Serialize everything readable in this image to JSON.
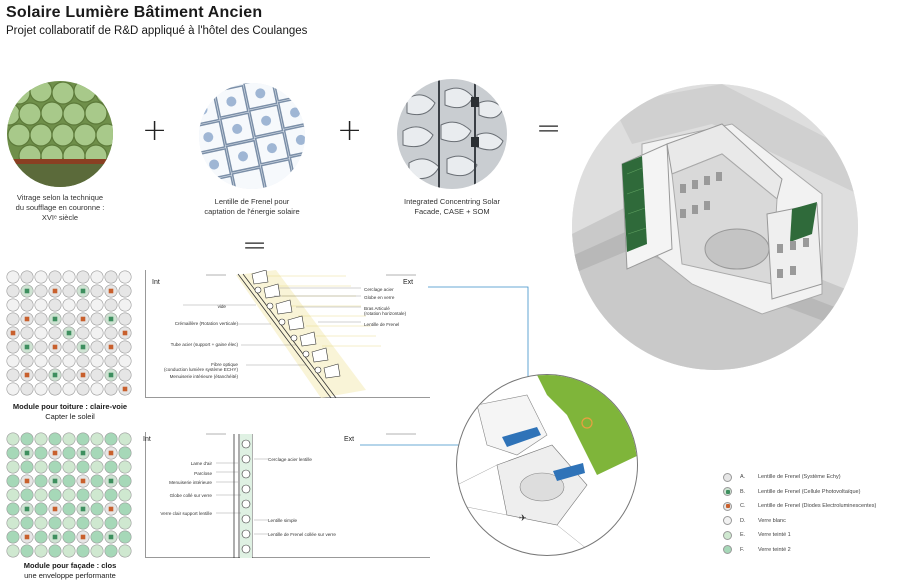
{
  "header": {
    "title": "Solaire Lumière Bâtiment Ancien",
    "subtitle": "Projet collaboratif de R&D appliqué à l'hôtel des Coulanges"
  },
  "equation": {
    "plus_1": "+",
    "plus_2": "+",
    "equals_1": "=",
    "equals_2": "=",
    "items": [
      {
        "caption_line1": "Vitrage selon la technique",
        "caption_line2": "du soufflage en couronne :",
        "caption_line3": "XVIᵉ siècle"
      },
      {
        "caption_line1": "Lentille de Frenel pour",
        "caption_line2": "captation de l'énergie solaire"
      },
      {
        "caption_line1": "Integrated Concentring Solar",
        "caption_line2": "Facade, CASE + SOM"
      }
    ]
  },
  "modules": {
    "roof_caption_bold": "Module pour toiture : claire-voie",
    "roof_caption": "Capter le soleil",
    "facade_caption_bold": "Module pour façade : clos",
    "facade_caption": "une enveloppe performante"
  },
  "section_roof": {
    "int_label": "Int",
    "ext_label": "Ext",
    "labels_left": [
      "vide",
      "Crémaillère (Rotation verticale)",
      "Tube acier (support + gaine élec)",
      "Fibre optique",
      "(conduction lumière système ECHY)",
      "Menuiserie intérieure (étanchéité)"
    ],
    "labels_right": [
      "Cerclage acier",
      "Globe en verre",
      "Bras Articulé",
      "(rotation horizontale)",
      "Lentille de Frenel"
    ]
  },
  "section_facade": {
    "int_label": "Int",
    "ext_label": "Ext",
    "labels_left": [
      "Lame d'air",
      "Parclose",
      "Menuiserie intérieure",
      "Globe collé sur verre",
      "Verre clair support lentille"
    ],
    "labels_right": [
      "Cerclage acier lentille",
      "Lentille simple",
      "Lentille de Frenel collée sur verre"
    ]
  },
  "legend": [
    {
      "letter": "A.",
      "label": "Lentille de Frenel (Système Echy)",
      "fill": "#e6e6e6",
      "center": ""
    },
    {
      "letter": "B.",
      "label": "Lentille de Frenel (Cellule Photovoltaïque)",
      "fill": "#cfe3d3",
      "center": "#3e8f5f"
    },
    {
      "letter": "C.",
      "label": "Lentille de Frenel (Diodes Electroluminescentes)",
      "fill": "#e6e6e6",
      "center": "#c8602e"
    },
    {
      "letter": "D.",
      "label": "Verre blanc",
      "fill": "#f2f2f2",
      "center": ""
    },
    {
      "letter": "E.",
      "label": "Verre teinté 1",
      "fill": "#cfe8d0",
      "center": ""
    },
    {
      "letter": "F.",
      "label": "Verre teinté 2",
      "fill": "#a6d8b8",
      "center": ""
    }
  ],
  "colors": {
    "green_roof": "#7fb53a",
    "blue_accent": "#2f73b8",
    "link_line": "#3a8fc9",
    "dark_green_glass": "#2f6a3a"
  }
}
